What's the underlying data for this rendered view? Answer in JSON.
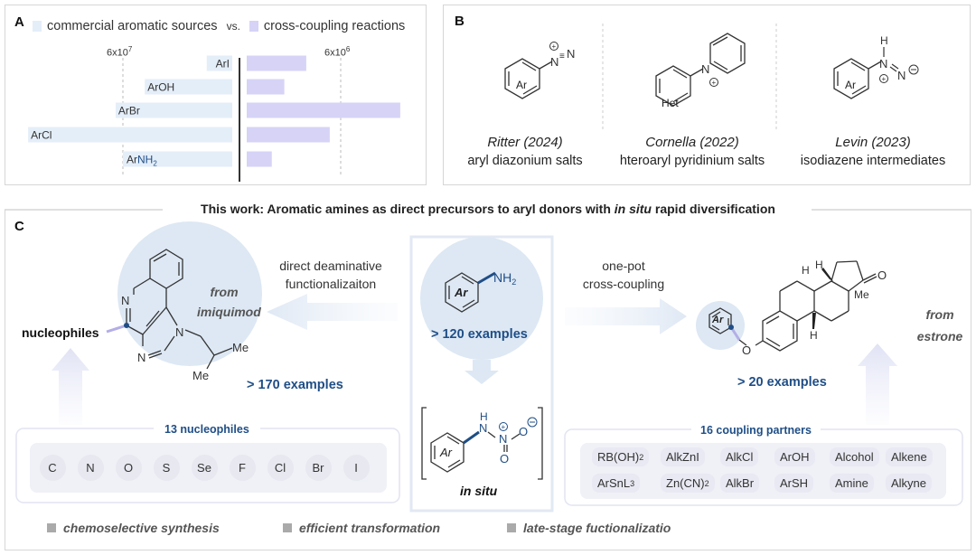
{
  "panel_a": {
    "label": "A",
    "legend": {
      "left": "commercial aromatic sources",
      "vs": "vs.",
      "right": "cross-coupling reactions"
    }
  },
  "chart_data": [
    {
      "type": "bar",
      "orientation": "horizontal",
      "direction": "leftward",
      "title": "commercial aromatic sources",
      "categories": [
        "ArI",
        "ArOH",
        "ArBr",
        "ArCl",
        "ArNH2"
      ],
      "values": [
        14000000,
        48000000,
        64000000,
        112000000,
        60000000
      ],
      "reference_line": {
        "value": 60000000,
        "label": "6x10^7",
        "style": "dashed"
      },
      "color": "#e4eef9"
    },
    {
      "type": "bar",
      "orientation": "horizontal",
      "direction": "rightward",
      "title": "cross-coupling reactions",
      "categories": [
        "ArI",
        "ArOH",
        "ArBr",
        "ArCl",
        "ArNH2"
      ],
      "values": [
        3800000,
        2400000,
        9800000,
        5300000,
        1600000
      ],
      "reference_line": {
        "value": 6000000,
        "label": "6x10^6",
        "style": "dashed"
      },
      "color": "#d6d3f7"
    }
  ],
  "ticks": {
    "left_base": "6x10",
    "left_exp": "7",
    "right_base": "6x10",
    "right_exp": "6"
  },
  "bar_labels": [
    "ArI",
    "ArOH",
    "ArBr",
    "ArCl"
  ],
  "bar_label_nh2": {
    "prefix": "Ar",
    "nh": "NH",
    "sub": "2"
  },
  "panel_b": {
    "label": "B",
    "items": [
      {
        "ring_label": "Ar",
        "author": "Ritter (2024)",
        "desc": "aryl diazonium salts"
      },
      {
        "ring_label": "Het",
        "author": "Cornella (2022)",
        "desc": "hteroaryl pyridinium salts"
      },
      {
        "ring_label": "Ar",
        "author": "Levin (2023)",
        "desc": "isodiazene intermediates"
      }
    ]
  },
  "panel_c": {
    "label": "C",
    "title_pre": "This work: Aromatic amines as direct precursors to aryl donors with ",
    "title_it": "in situ",
    "title_post": " rapid diversification",
    "left_arrow_label": [
      "direct deaminative",
      "functionalizaiton"
    ],
    "right_arrow_label": [
      "one-pot",
      "cross-coupling"
    ],
    "nucleophiles_label": "nucleophiles",
    "from_left": [
      "from",
      "imiquimod"
    ],
    "from_right": [
      "from",
      "estrone"
    ],
    "left_examples": "> 170 examples",
    "center_examples": "> 120 examples",
    "right_examples": "> 20 examples",
    "center_ring": "Ar",
    "nh2": "NH",
    "in_situ": "in situ",
    "nucleophile_box": {
      "title": "13 nucleophiles",
      "items": [
        "C",
        "N",
        "O",
        "S",
        "Se",
        "F",
        "Cl",
        "Br",
        "I"
      ]
    },
    "partner_box": {
      "title": "16 coupling partners",
      "row1": [
        "RB(OH)",
        "AlkZnI",
        "AlkCl",
        "ArOH",
        "Alcohol",
        "Alkene"
      ],
      "row2": [
        "ArSnL",
        "Zn(CN)",
        "AlkBr",
        "ArSH",
        "Amine",
        "Alkyne"
      ]
    },
    "footer": [
      "chemoselective synthesis",
      "efficient transformation",
      "late-stage fuctionalizatio"
    ]
  },
  "colors": {
    "accent_blue": "#1f4e86",
    "circle_fill": "#dde8f4",
    "bar_left": "#e4eef9",
    "bar_right": "#d6d3f7"
  }
}
